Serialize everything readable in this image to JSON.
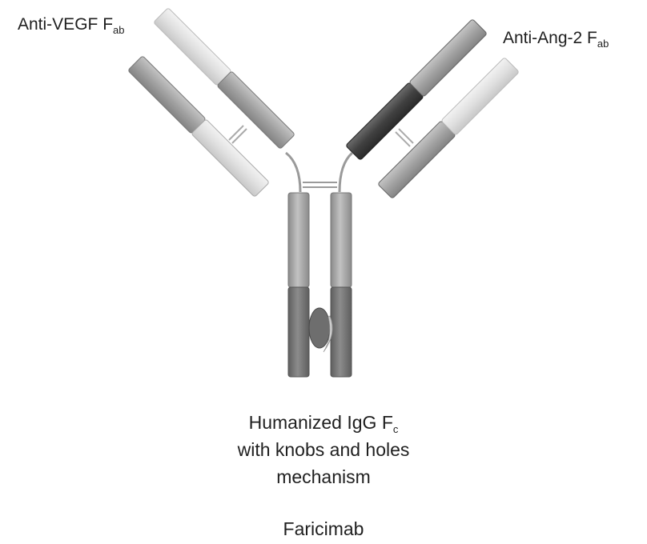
{
  "labels": {
    "anti_vegf": {
      "text": "Anti-VEGF F",
      "sub": "ab"
    },
    "anti_ang2": {
      "text": "Anti-Ang-2 F",
      "sub": "ab"
    }
  },
  "caption": {
    "line1_text": "Humanized IgG F",
    "line1_sub": "c",
    "line2": "with knobs and holes",
    "line3": "mechanism",
    "name": "Faricimab"
  },
  "colors": {
    "light_chain": "#d6d6d6",
    "heavy_chain": "#999999",
    "dark_domain": "#444444",
    "fc": "#7a7a7a",
    "hinge": "#aaaaaa"
  }
}
